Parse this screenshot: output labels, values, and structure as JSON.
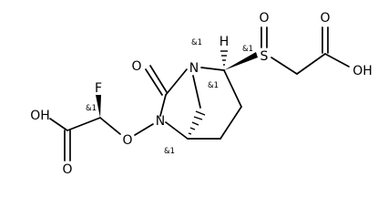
{
  "molecule": {
    "atoms": {
      "carbonyl_oxygen": "O",
      "bridge_nitrogen": "N",
      "amide_nitrogen": "N",
      "n_oxy_oxygen": "O",
      "fluorine": "F",
      "acid_oh_left": "OH",
      "acid_carbonyl_o_left": "O",
      "sulfur": "S",
      "sulfinyl_oxygen": "O",
      "acid_carbonyl_o_right": "O",
      "acid_oh_right": "OH",
      "bridgehead_hydrogen": "H"
    },
    "stereo_labels": {
      "n_bridgehead": "&1",
      "ring_c2": "&1",
      "ring_c2_second": "&1",
      "fluoro_carbon": "&1",
      "lower_bridgehead": "&1"
    }
  }
}
